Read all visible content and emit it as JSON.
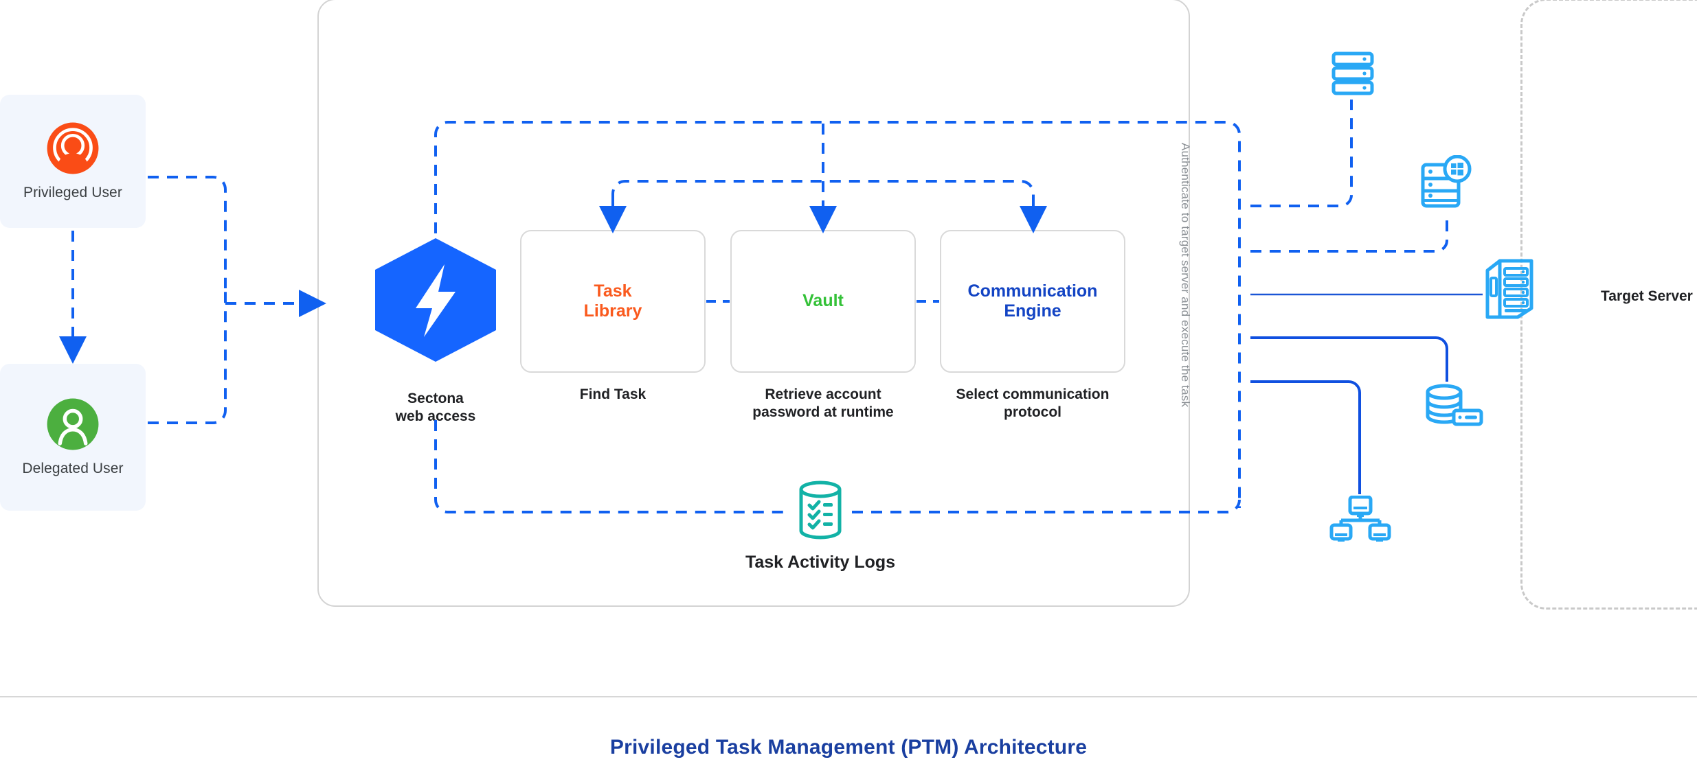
{
  "diagram": {
    "footer_title": "Privileged Task Management (PTM) Architecture",
    "vertical_label": "Authenticate to target server and execute the task",
    "target_zone_label": "Target Server"
  },
  "actors": [
    {
      "id": "privileged-user",
      "label": "Privileged User",
      "icon": "privileged-user-icon",
      "color": "#fa4c16",
      "bg": "#f2f6fd"
    },
    {
      "id": "delegated-user",
      "label": "Delegated User",
      "icon": "delegated-user-icon",
      "color": "#4caf3f",
      "bg": "#f2f6fd"
    }
  ],
  "gateway": {
    "icon": "sectona-hexagon-logo",
    "caption_line1": "Sectona",
    "caption_line2": "web access",
    "color": "#1565ff"
  },
  "stages": [
    {
      "id": "task-library",
      "label_line1": "Task",
      "label_line2": "Library",
      "color": "#fa5a1e",
      "caption_line1": "Find Task",
      "caption_line2": ""
    },
    {
      "id": "vault",
      "label_line1": "Vault",
      "label_line2": "",
      "color": "#34c138",
      "caption_line1": "Retrieve account",
      "caption_line2": "password at runtime"
    },
    {
      "id": "communication-engine",
      "label_line1": "Communication",
      "label_line2": "Engine",
      "color": "#1344c4",
      "caption_line1": "Select communication",
      "caption_line2": "protocol"
    }
  ],
  "logs": {
    "id": "task-activity-logs",
    "label": "Task Activity Logs",
    "icon": "checklist-database-icon",
    "color": "#12b2a6"
  },
  "targets": [
    {
      "id": "rack-server",
      "icon": "rack-server-icon",
      "link": "dashed"
    },
    {
      "id": "windows-server",
      "icon": "windows-server-icon",
      "link": "dashed"
    },
    {
      "id": "tower-server",
      "icon": "tower-server-icon",
      "link": "solid-thin"
    },
    {
      "id": "database-server",
      "icon": "database-server-icon",
      "link": "solid"
    },
    {
      "id": "workstation-network",
      "icon": "workstation-network-icon",
      "link": "solid"
    }
  ],
  "colors": {
    "flow_blue": "#1060f0",
    "node_blue": "#29a8f5",
    "border_gray": "#d6d6d6",
    "text_dark": "#202124",
    "title_blue": "#1a3fa0"
  }
}
